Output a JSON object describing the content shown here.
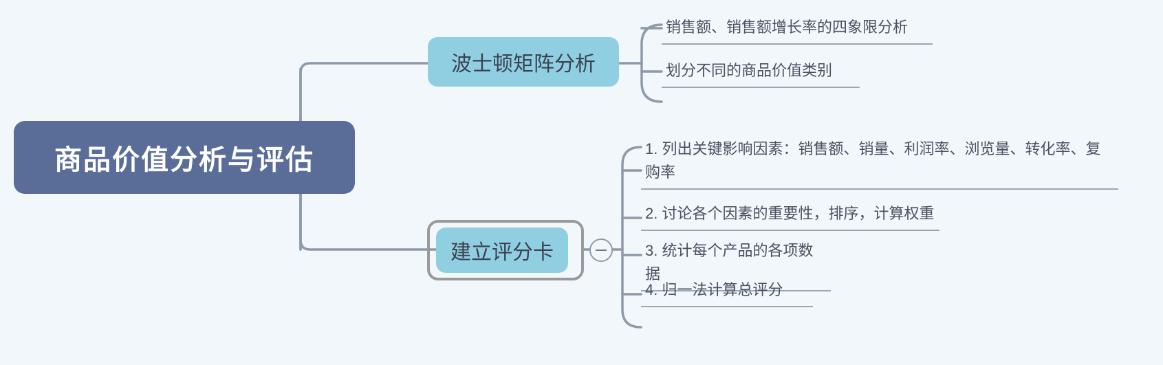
{
  "canvas": {
    "background_color": "#f2f7fb",
    "connector_color": "#8e9aa8",
    "leaf_underline_color": "#9aa7b5"
  },
  "root": {
    "label": "商品价值分析与评估",
    "fill_color": "#5a6d99",
    "text_color": "#ffffff"
  },
  "branches": [
    {
      "label": "波士顿矩阵分析",
      "fill_color": "#90cfe2",
      "text_color": "#3b4250",
      "selected": false,
      "leaves": [
        {
          "text": "销售额、销售额增长率的四象限分析"
        },
        {
          "text": "划分不同的商品价值类别"
        }
      ]
    },
    {
      "label": "建立评分卡",
      "fill_color": "#90cfe2",
      "text_color": "#3b4250",
      "selected": true,
      "selection_color": "#9a9a9a",
      "collapse_icon": "minus-circle-icon",
      "leaves": [
        {
          "text": "1. 列出关键影响因素：销售额、销量、利润率、浏览量、转化率、复购率"
        },
        {
          "text": "2. 讨论各个因素的重要性，排序，计算权重"
        },
        {
          "text": "3. 统计每个产品的各项数据"
        },
        {
          "text": "4. 归一法计算总评分"
        }
      ]
    }
  ]
}
